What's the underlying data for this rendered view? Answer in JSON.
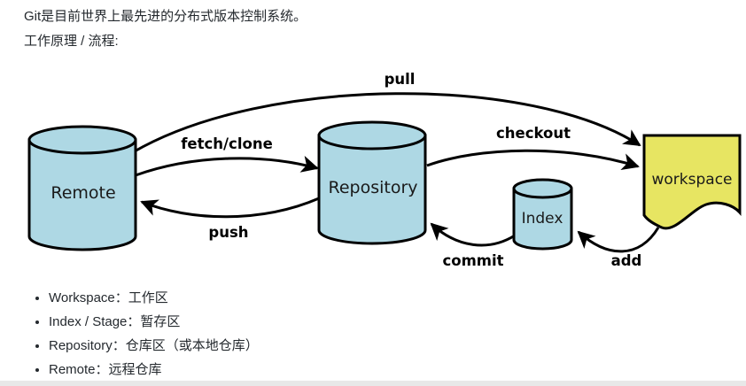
{
  "page": {
    "intro": "Git是目前世界上最先进的分布式版本控制系统。",
    "subtitle": "工作原理 / 流程:"
  },
  "diagram": {
    "nodes": {
      "remote": "Remote",
      "repository": "Repository",
      "index": "Index",
      "workspace": "workspace"
    },
    "edges": {
      "pull": "pull",
      "fetch_clone": "fetch/clone",
      "checkout": "checkout",
      "push": "push",
      "commit": "commit",
      "add": "add"
    },
    "colors": {
      "cylinder_fill": "#aed8e4",
      "workspace_fill": "#e7e562",
      "stroke": "#000000"
    }
  },
  "legend": {
    "items": [
      "Workspace：工作区",
      "Index / Stage：暂存区",
      "Repository：仓库区（或本地仓库）",
      "Remote：远程仓库"
    ]
  }
}
